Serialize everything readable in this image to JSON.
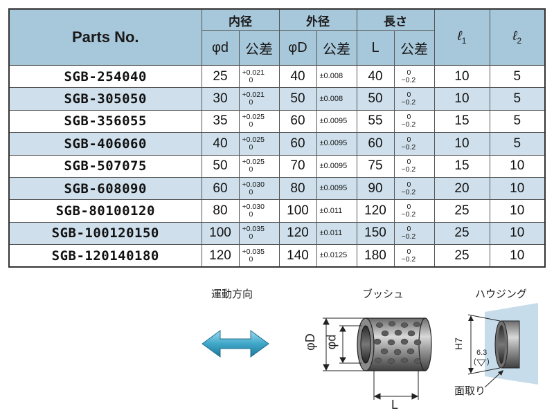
{
  "table": {
    "header": {
      "parts_no": "Parts No.",
      "inner_diameter": "内径",
      "outer_diameter": "外径",
      "length": "長さ",
      "l1_main": "ℓ",
      "l1_sub": "1",
      "l2_main": "ℓ",
      "l2_sub": "2",
      "phi_d": "φd",
      "phi_D": "φD",
      "L": "L",
      "tolerance": "公差"
    },
    "rows": [
      {
        "part": "SGB-254040",
        "d": "25",
        "d_tol_up": "+0.021",
        "d_tol_lo": "0",
        "D": "40",
        "D_tol": "±0.008",
        "L": "40",
        "L_tol_up": "0",
        "L_tol_lo": "−0.2",
        "l1": "10",
        "l2": "5"
      },
      {
        "part": "SGB-305050",
        "d": "30",
        "d_tol_up": "+0.021",
        "d_tol_lo": "0",
        "D": "50",
        "D_tol": "±0.008",
        "L": "50",
        "L_tol_up": "0",
        "L_tol_lo": "−0.2",
        "l1": "10",
        "l2": "5"
      },
      {
        "part": "SGB-356055",
        "d": "35",
        "d_tol_up": "+0.025",
        "d_tol_lo": "0",
        "D": "60",
        "D_tol": "±0.0095",
        "L": "55",
        "L_tol_up": "0",
        "L_tol_lo": "−0.2",
        "l1": "15",
        "l2": "5"
      },
      {
        "part": "SGB-406060",
        "d": "40",
        "d_tol_up": "+0.025",
        "d_tol_lo": "0",
        "D": "60",
        "D_tol": "±0.0095",
        "L": "60",
        "L_tol_up": "0",
        "L_tol_lo": "−0.2",
        "l1": "10",
        "l2": "5"
      },
      {
        "part": "SGB-507075",
        "d": "50",
        "d_tol_up": "+0.025",
        "d_tol_lo": "0",
        "D": "70",
        "D_tol": "±0.0095",
        "L": "75",
        "L_tol_up": "0",
        "L_tol_lo": "−0.2",
        "l1": "15",
        "l2": "10"
      },
      {
        "part": "SGB-608090",
        "d": "60",
        "d_tol_up": "+0.030",
        "d_tol_lo": "0",
        "D": "80",
        "D_tol": "±0.0095",
        "L": "90",
        "L_tol_up": "0",
        "L_tol_lo": "−0.2",
        "l1": "20",
        "l2": "10"
      },
      {
        "part": "SGB-80100120",
        "d": "80",
        "d_tol_up": "+0.030",
        "d_tol_lo": "0",
        "D": "100",
        "D_tol": "±0.011",
        "L": "120",
        "L_tol_up": "0",
        "L_tol_lo": "−0.2",
        "l1": "25",
        "l2": "10"
      },
      {
        "part": "SGB-100120150",
        "d": "100",
        "d_tol_up": "+0.035",
        "d_tol_lo": "0",
        "D": "120",
        "D_tol": "±0.011",
        "L": "150",
        "L_tol_up": "0",
        "L_tol_lo": "−0.2",
        "l1": "25",
        "l2": "10"
      },
      {
        "part": "SGB-120140180",
        "d": "120",
        "d_tol_up": "+0.035",
        "d_tol_lo": "0",
        "D": "140",
        "D_tol": "±0.0125",
        "L": "180",
        "L_tol_up": "0",
        "L_tol_lo": "−0.2",
        "l1": "25",
        "l2": "10"
      }
    ]
  },
  "diagram": {
    "motion_direction_label": "運動方向",
    "bush_label": "ブッシュ",
    "housing_label": "ハウジング",
    "outer_dim_label": "φD",
    "inner_dim_label": "φd",
    "length_dim_label": "L",
    "h7_label": "H7",
    "surface_value": "6.3",
    "chamfer_label": "面取り"
  },
  "colors": {
    "header_bg": "#a7c7da",
    "row_alt_bg": "#cfe0ec",
    "arrow": "#3fa7c9",
    "housing": "#c6dcea"
  }
}
